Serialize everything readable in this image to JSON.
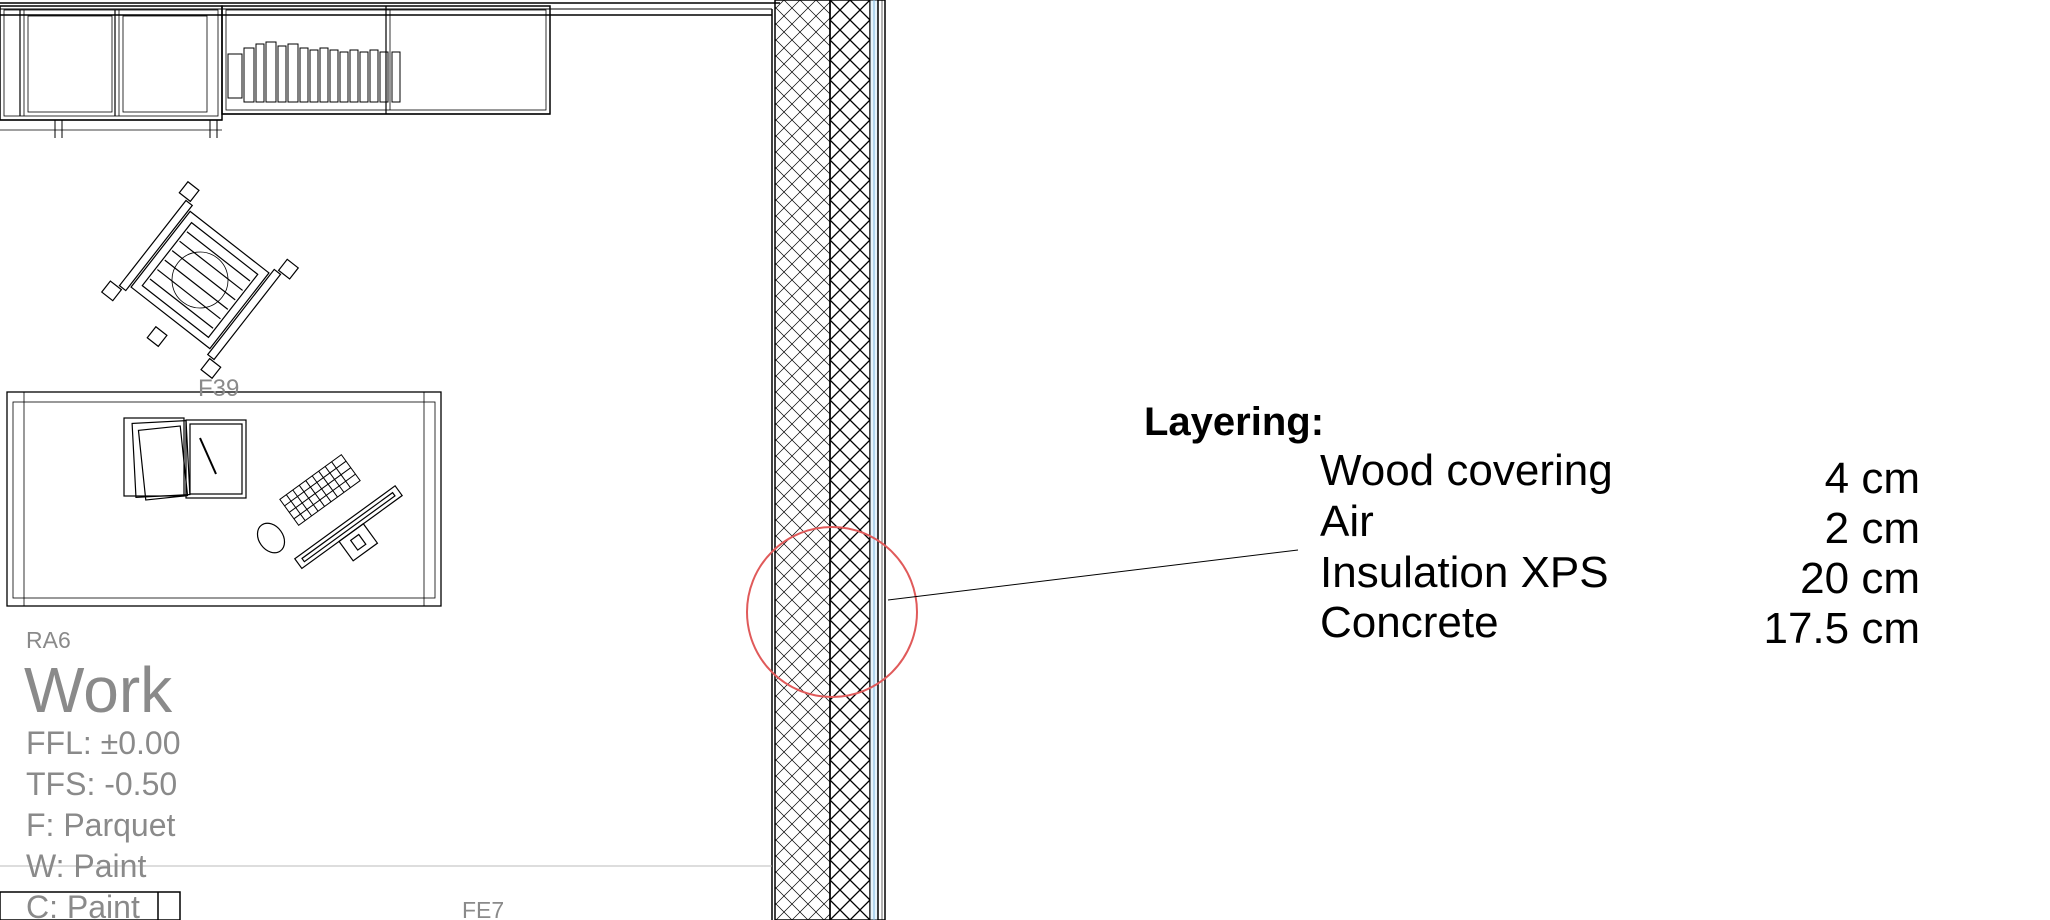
{
  "room": {
    "code": "RA6",
    "name": "Work",
    "ffl": "FFL:  ±0.00",
    "tfs": "TFS: -0.50",
    "floor": "F: Parquet",
    "wall": "W: Paint",
    "ceiling": "C: Paint"
  },
  "tags": {
    "furniture": "F39",
    "element": "FE7"
  },
  "layering": {
    "title": "Layering:",
    "layers": [
      {
        "name": "Wood covering",
        "thickness": "4 cm"
      },
      {
        "name": "Air",
        "thickness": "2 cm"
      },
      {
        "name": "Insulation XPS",
        "thickness": "20 cm"
      },
      {
        "name": "Concrete",
        "thickness": "17.5 cm"
      }
    ]
  },
  "colors": {
    "ink": "#000000",
    "label_gray": "#8a8a8a",
    "highlight_circle": "#e05a5a",
    "air_gap": "#cfe8f7"
  }
}
